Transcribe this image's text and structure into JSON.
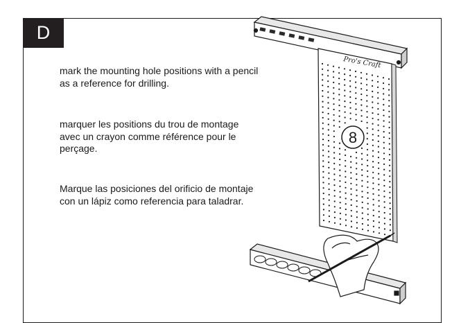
{
  "step": {
    "letter": "D"
  },
  "instructions": {
    "english": "mark the mounting hole positions with a pencil as a reference for drilling.",
    "french": "marquer les positions du trou de montage avec un crayon comme référence pour le perçage.",
    "spanish": "Marque las posiciones del orificio de montaje con un lápiz como referencia para taladrar."
  },
  "illustration": {
    "part_number": "8",
    "brand_logo_text": "Pro's Craft",
    "icons": [
      "top-rail-icon",
      "pegboard-icon",
      "bottom-rail-icon",
      "hand-with-pencil-icon"
    ]
  }
}
